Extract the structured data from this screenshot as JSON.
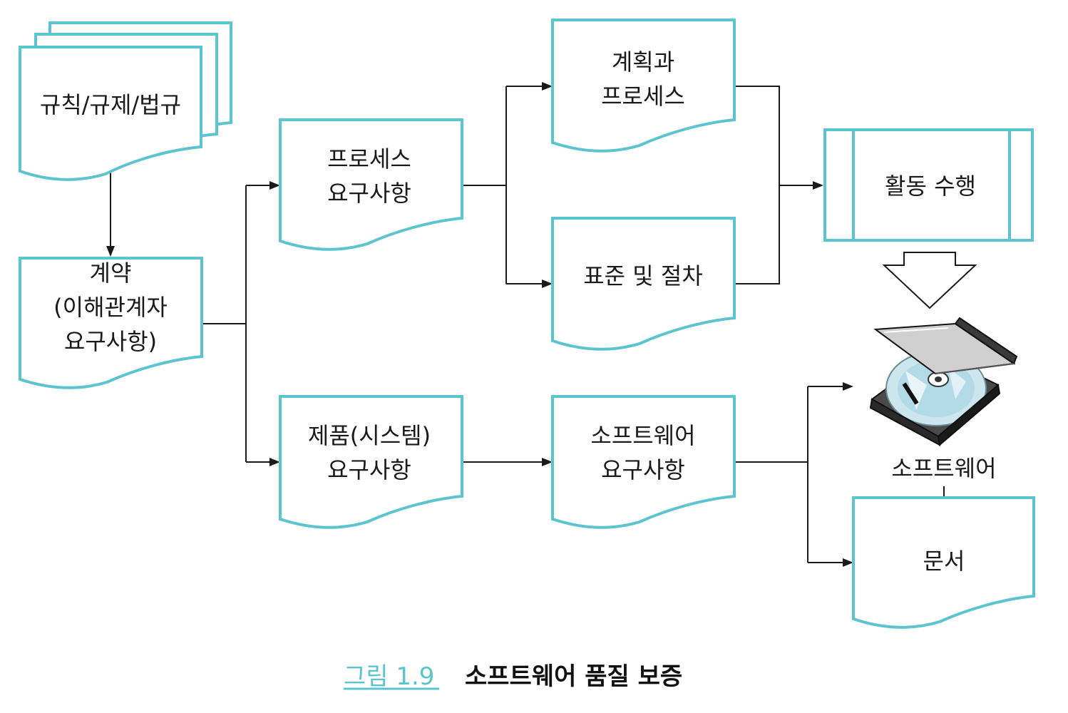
{
  "colors": {
    "shape_stroke": "#5bc4cf",
    "caption_accent": "#5bc4cf",
    "text": "#1a1a1a"
  },
  "nodes": {
    "regulations": {
      "lines": [
        "규칙/규제/법규"
      ],
      "shape": "multi-document"
    },
    "contract": {
      "lines": [
        "계약",
        "(이해관계자",
        "요구사항)"
      ],
      "shape": "document"
    },
    "process_req": {
      "lines": [
        "프로세스",
        "요구사항"
      ],
      "shape": "document"
    },
    "product_req": {
      "lines": [
        "제품(시스템)",
        "요구사항"
      ],
      "shape": "document"
    },
    "plans": {
      "lines": [
        "계획과",
        "프로세스"
      ],
      "shape": "document"
    },
    "standards": {
      "lines": [
        "표준 및 절차"
      ],
      "shape": "document"
    },
    "sw_req": {
      "lines": [
        "소프트웨어",
        "요구사항"
      ],
      "shape": "document"
    },
    "activities": {
      "lines": [
        "활동 수행"
      ],
      "shape": "predefined-process"
    },
    "software": {
      "lines": [
        "소프트웨어"
      ],
      "icon": "software-cd-case-icon"
    },
    "documents": {
      "lines": [
        "문서"
      ],
      "shape": "document"
    }
  },
  "caption": {
    "number": "그림 1.9",
    "title": "소프트웨어 품질 보증"
  }
}
